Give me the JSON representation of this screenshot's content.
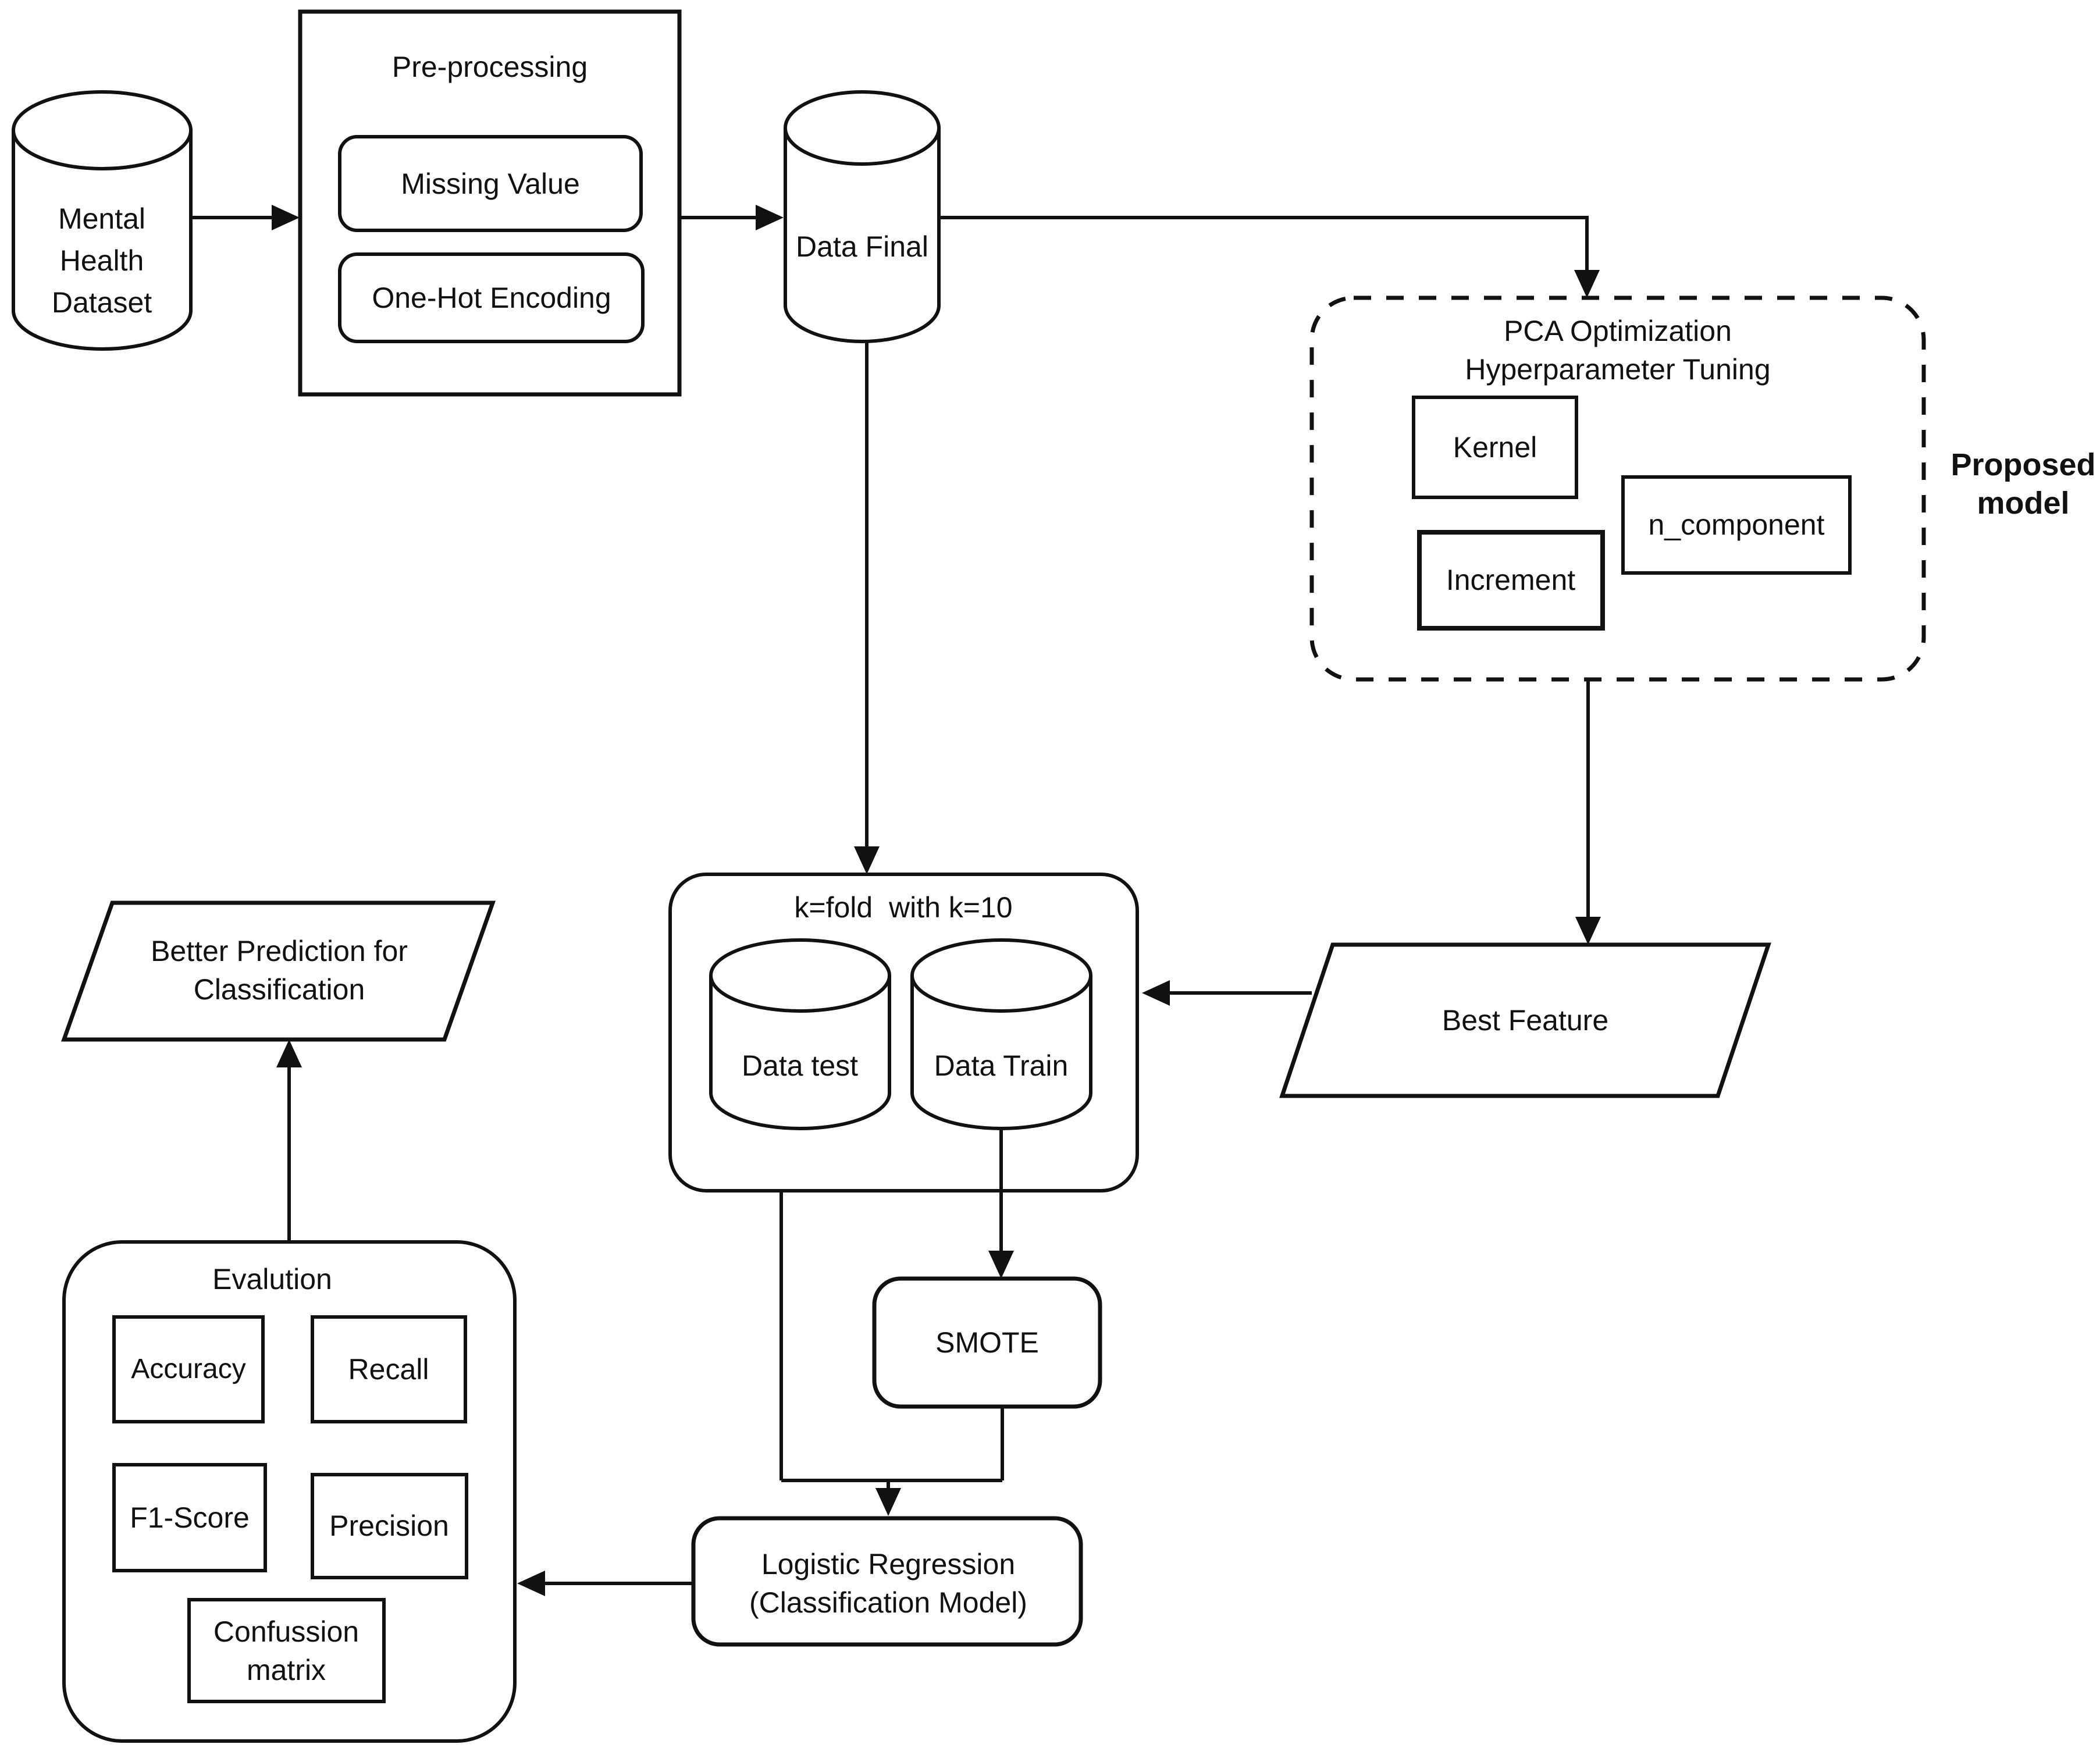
{
  "title": "Proposed model flowchart",
  "colors": {
    "stroke": "#111111",
    "background": "#ffffff"
  },
  "nodes": {
    "mental_health_dataset": "Mental\nHealth\nDataset",
    "preprocessing_title": "Pre-processing",
    "missing_value": "Missing Value",
    "one_hot_encoding": "One-Hot Encoding",
    "data_final": "Data Final",
    "pca_title": "PCA Optimization\nHyperparameter Tuning",
    "kernel": "Kernel",
    "n_component": "n_component",
    "increment": "Increment",
    "proposed_model": "Proposed\nmodel",
    "kfold_title": "k=fold  with k=10",
    "data_test": "Data test",
    "data_train": "Data Train",
    "best_feature": "Best Feature",
    "better_prediction": "Better Prediction for\nClassification",
    "evalution_title": "Evalution",
    "accuracy": "Accuracy",
    "recall": "Recall",
    "f1_score": "F1-Score",
    "precision": "Precision",
    "confussion_matrix": "Confussion\nmatrix",
    "smote": "SMOTE",
    "logistic_regression": "Logistic Regression\n(Classification Model)"
  }
}
